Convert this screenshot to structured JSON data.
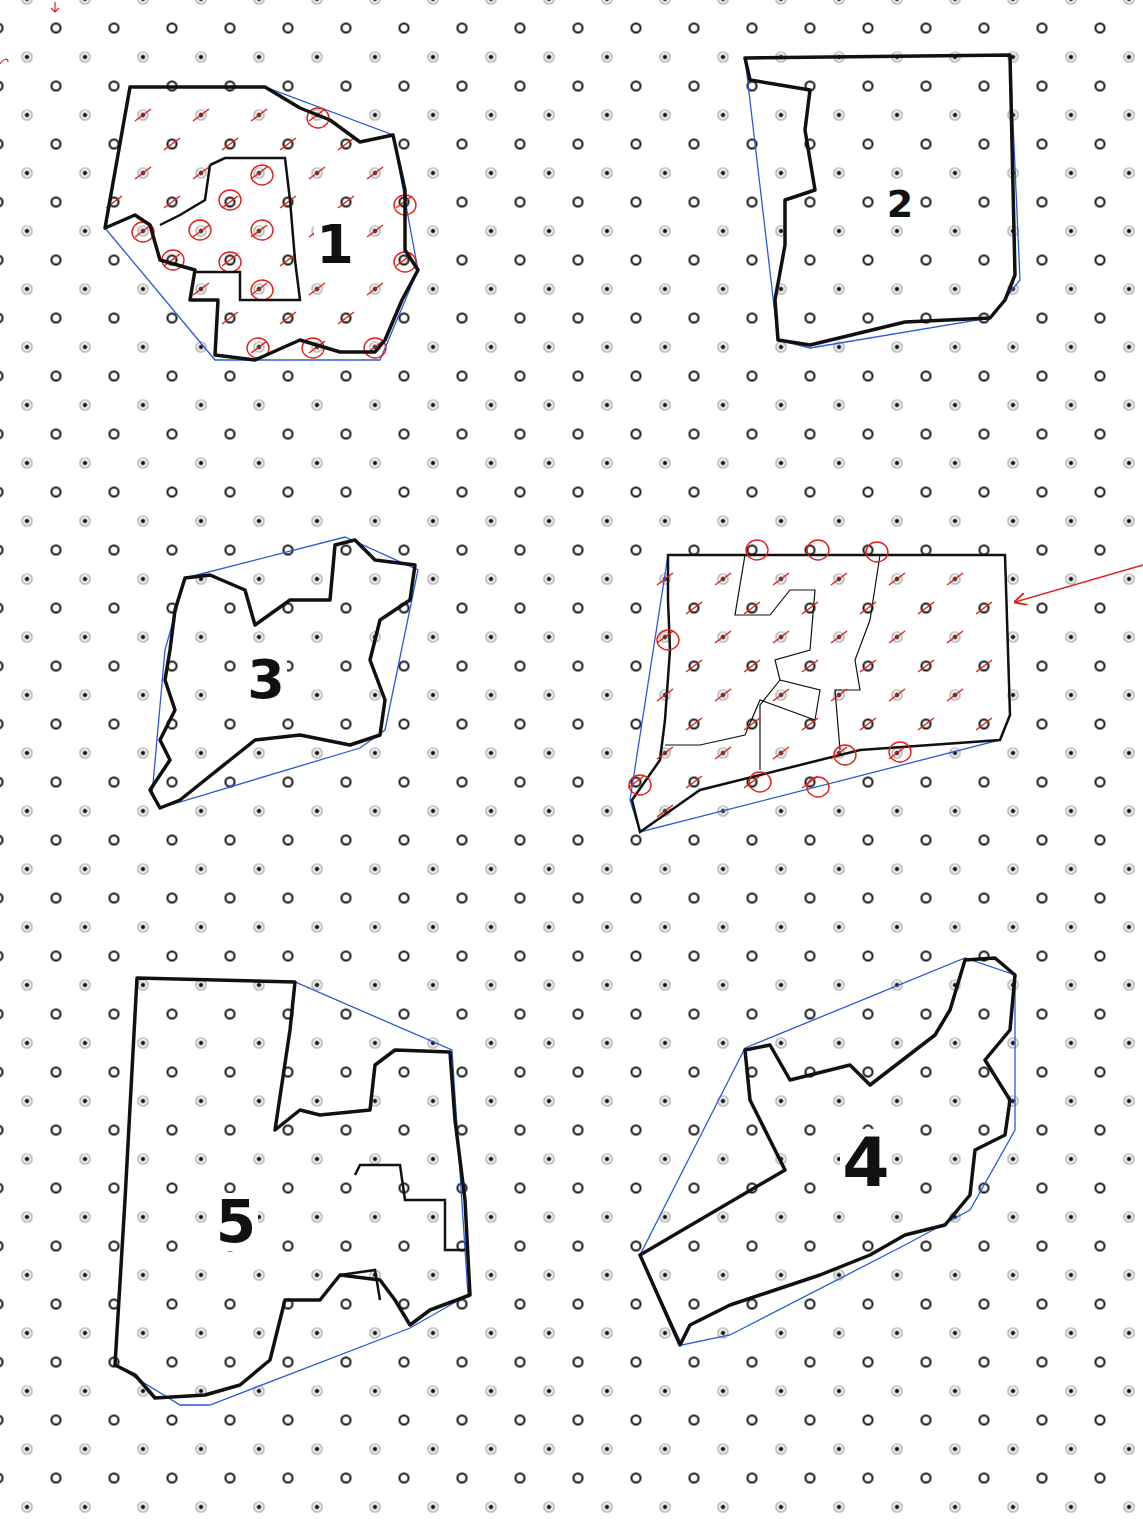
{
  "diagram": {
    "nodes": [
      {
        "text": [
          "1"
        ]
      },
      {
        "text": [
          "2"
        ]
      },
      {
        "text": [
          "3"
        ]
      },
      {
        "text": [
          "5"
        ]
      },
      {
        "text": [
          "4"
        ]
      }
    ]
  }
}
